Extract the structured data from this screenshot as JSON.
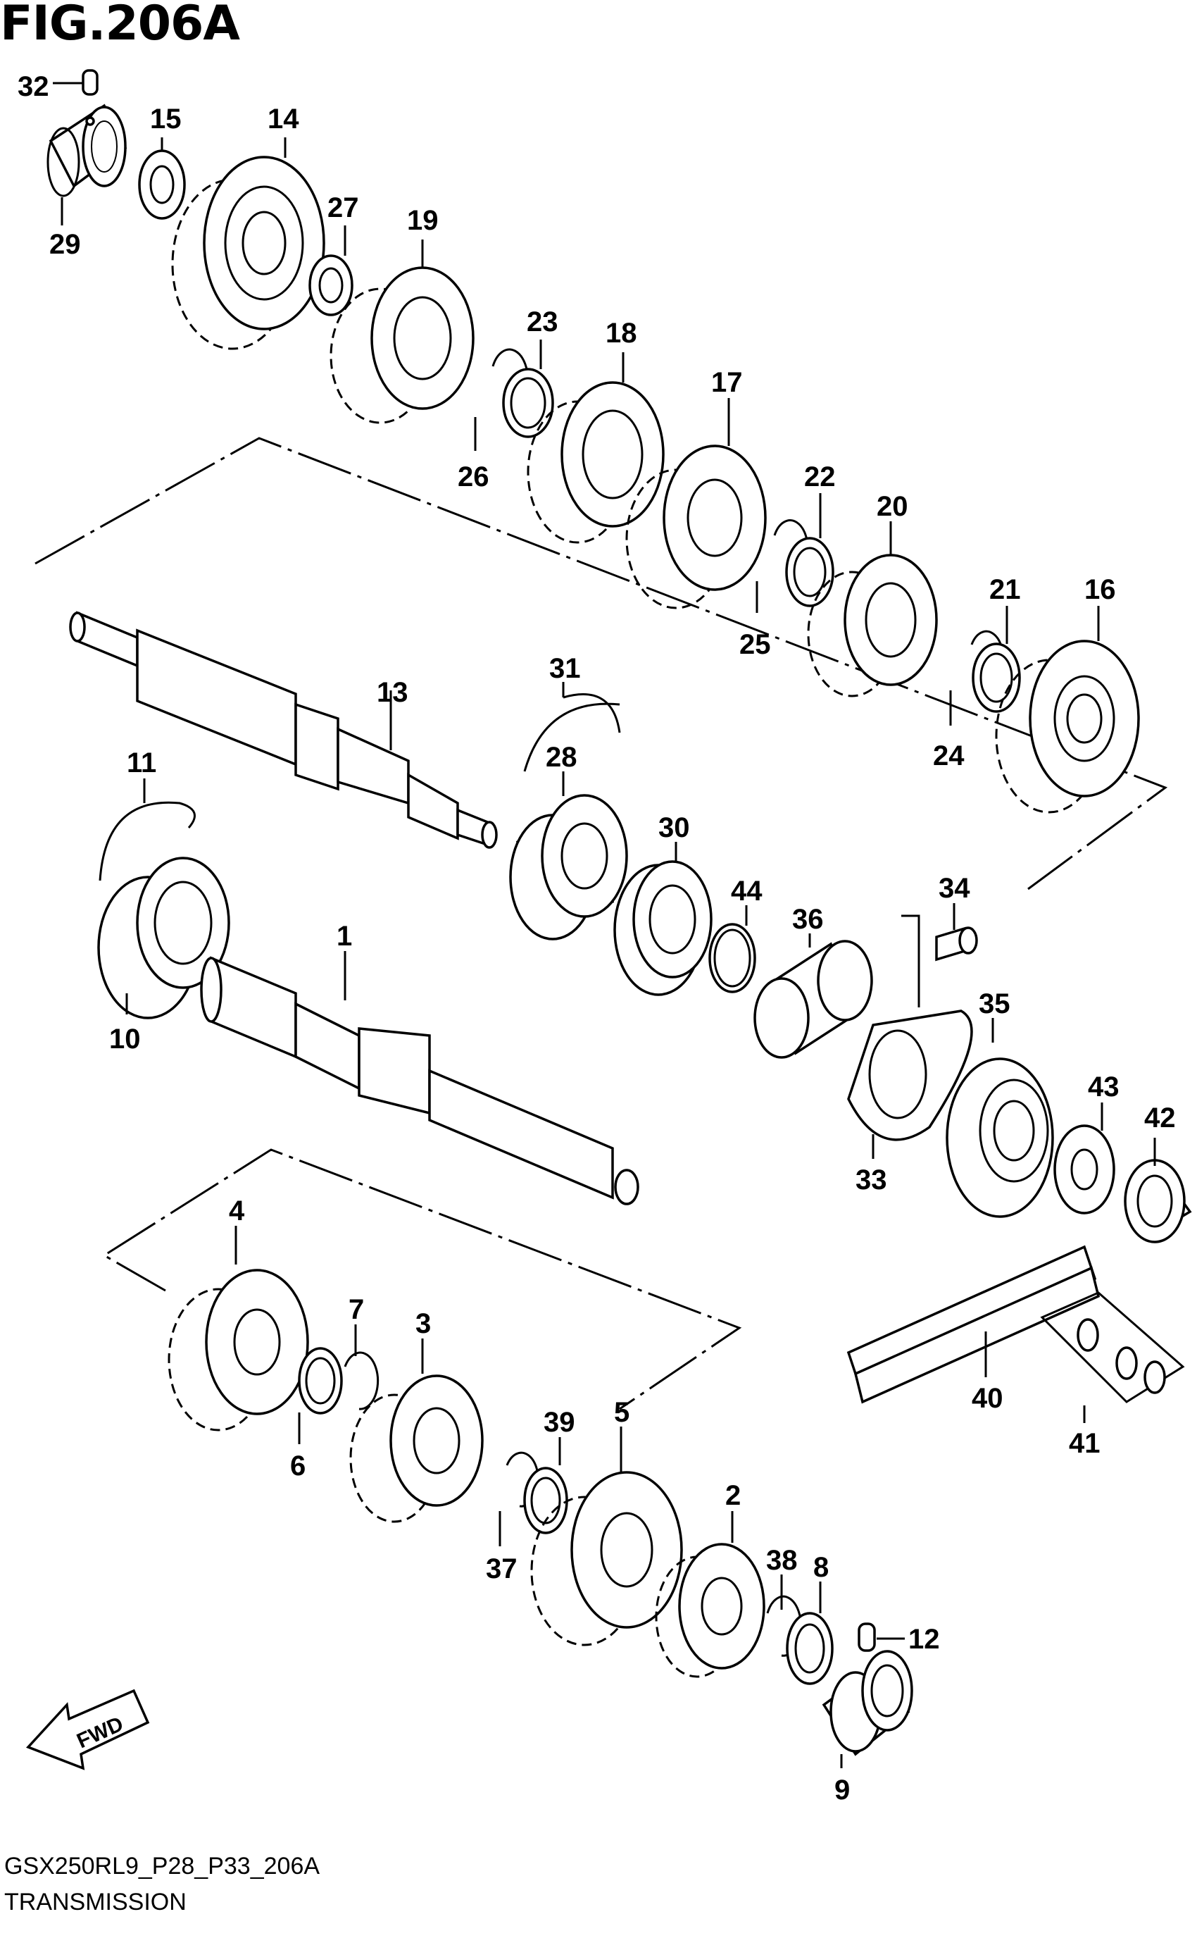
{
  "header": {
    "figure_label": "FIG.206A"
  },
  "footer": {
    "model_code": "GSX250RL9_P28_P33_206A",
    "caption": "TRANSMISSION"
  },
  "direction_marker": {
    "label": "FWD"
  },
  "callouts": {
    "p1": "1",
    "p2": "2",
    "p3": "3",
    "p4": "4",
    "p5": "5",
    "p6": "6",
    "p7": "7",
    "p8": "8",
    "p9": "9",
    "p10": "10",
    "p11": "11",
    "p12": "12",
    "p13": "13",
    "p14": "14",
    "p15": "15",
    "p16": "16",
    "p17": "17",
    "p18": "18",
    "p19": "19",
    "p20": "20",
    "p21": "21",
    "p22": "22",
    "p23": "23",
    "p24": "24",
    "p25": "25",
    "p26": "26",
    "p27": "27",
    "p28": "28",
    "p29": "29",
    "p30": "30",
    "p31": "31",
    "p32": "32",
    "p33": "33",
    "p34": "34",
    "p35": "35",
    "p36": "36",
    "p37": "37",
    "p38": "38",
    "p39": "39",
    "p40": "40",
    "p41": "41",
    "p42": "42",
    "p43": "43",
    "p44": "44"
  }
}
